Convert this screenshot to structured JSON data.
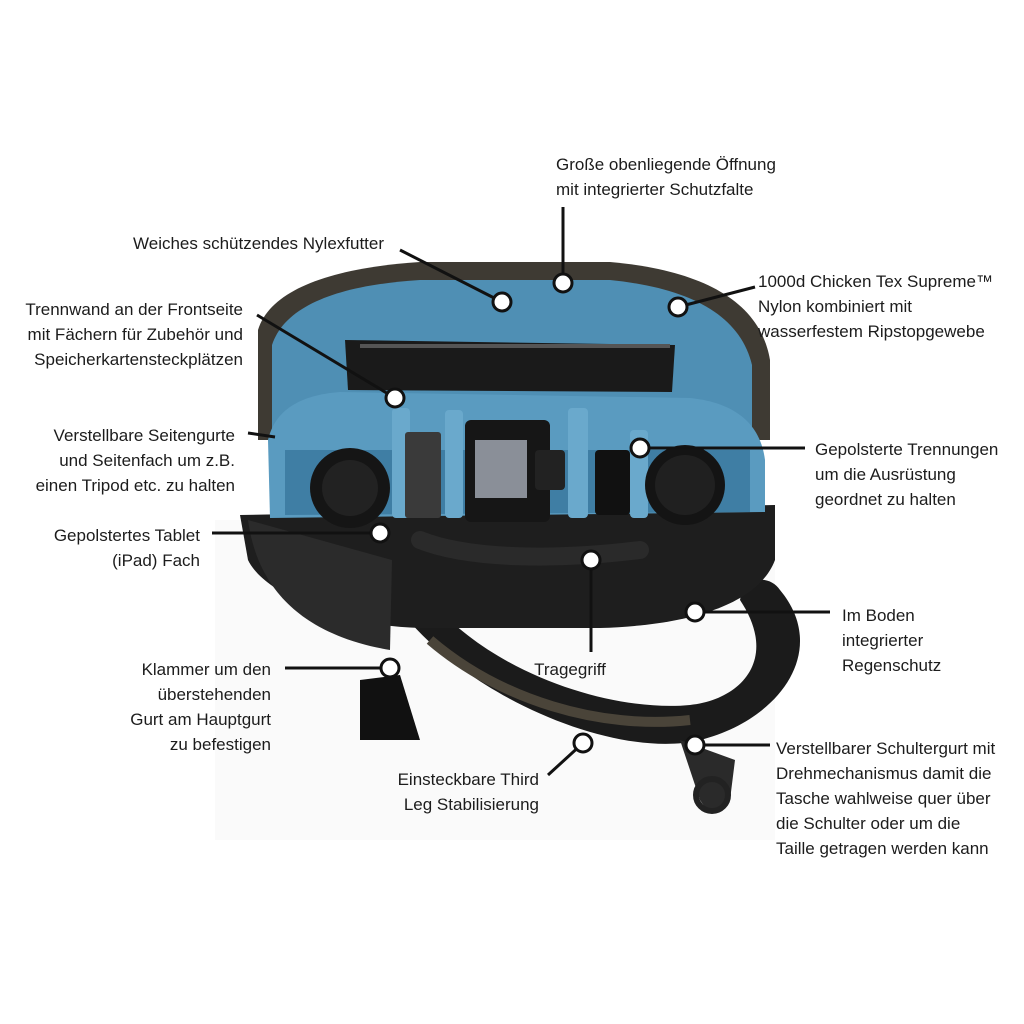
{
  "callouts": {
    "top_opening": "Große obenliegende Öffnung\nmit integrierter Schutzfalte",
    "lining": "Weiches schützendes Nylexfutter",
    "material": "1000d Chicken Tex Supreme™\nNylon kombiniert mit\nwasserfestem Ripstopgewebe",
    "front_divider": "Trennwand an der Frontseite\nmit Fächern für Zubehör und\nSpeicherkartensteckplätzen",
    "side_straps": "Verstellbare Seitengurte\nund Seitenfach um z.B.\neinen Tripod etc. zu halten",
    "padded_dividers": "Gepolsterte Trennungen\num die Ausrüstung\ngeordnet zu halten",
    "tablet": "Gepolstertes Tablet\n(iPad) Fach",
    "rain_cover": "Im Boden\nintegrierter\nRegenschutz",
    "handle": "Tragegriff",
    "clip": "Klammer um den\nüberstehenden\nGurt am Hauptgurt\nzu befestigen",
    "third_leg": "Einsteckbare Third\nLeg Stabilisierung",
    "shoulder_strap": "Verstellbarer Schultergurt mit\nDrehmechanismus damit die\nTasche wahlweise quer über\ndie Schulter oder um die\nTaille getragen werden kann"
  },
  "colors": {
    "lining_blue": "#4f8fb4",
    "bag_black": "#1e1e1e",
    "bag_brown": "#3e3a33",
    "leader_line": "#111111"
  }
}
